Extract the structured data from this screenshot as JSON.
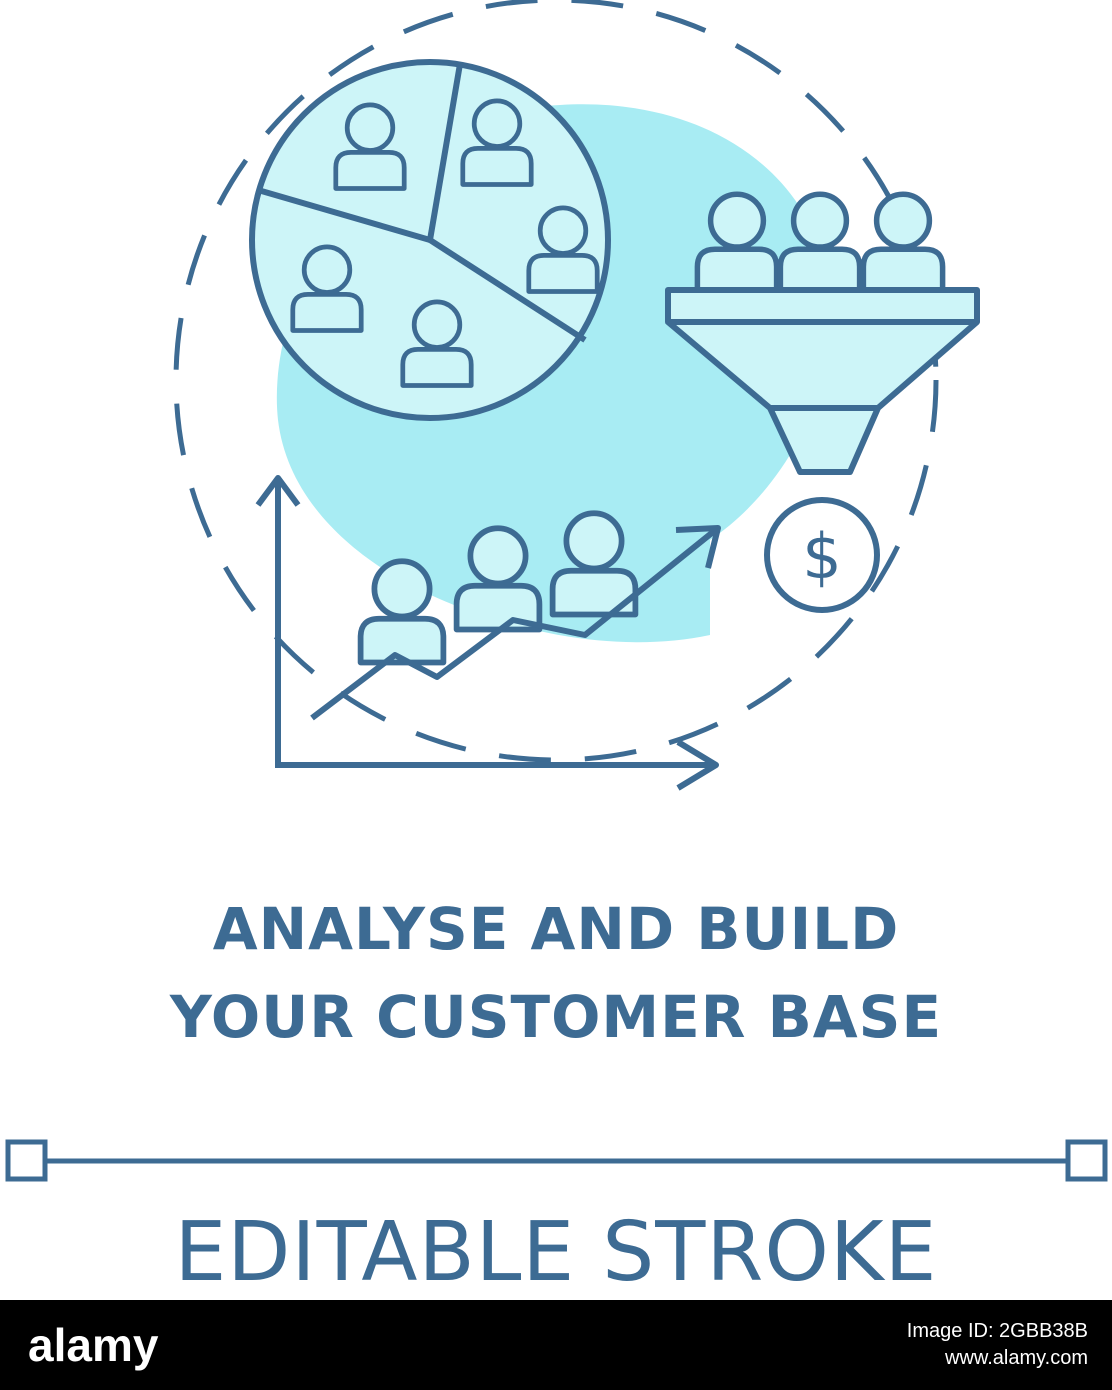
{
  "headline": {
    "line1": "ANALYSE AND BUILD",
    "line2": "YOUR CUSTOMER BASE"
  },
  "subtitle": "EDITABLE STROKE",
  "footer": {
    "logo": "alamy",
    "image_id": "Image ID: 2GBB38B",
    "site": "www.alamy.com"
  },
  "colors": {
    "stroke": "#3d6b93",
    "fill": "#a8ecf3",
    "fill_light": "#cdf5f8",
    "footer_bg": "#000000"
  },
  "icons": [
    "pie-chart-icon",
    "user-icon",
    "funnel-icon",
    "dollar-coin-icon",
    "growth-chart-icon",
    "arrow-icon"
  ]
}
